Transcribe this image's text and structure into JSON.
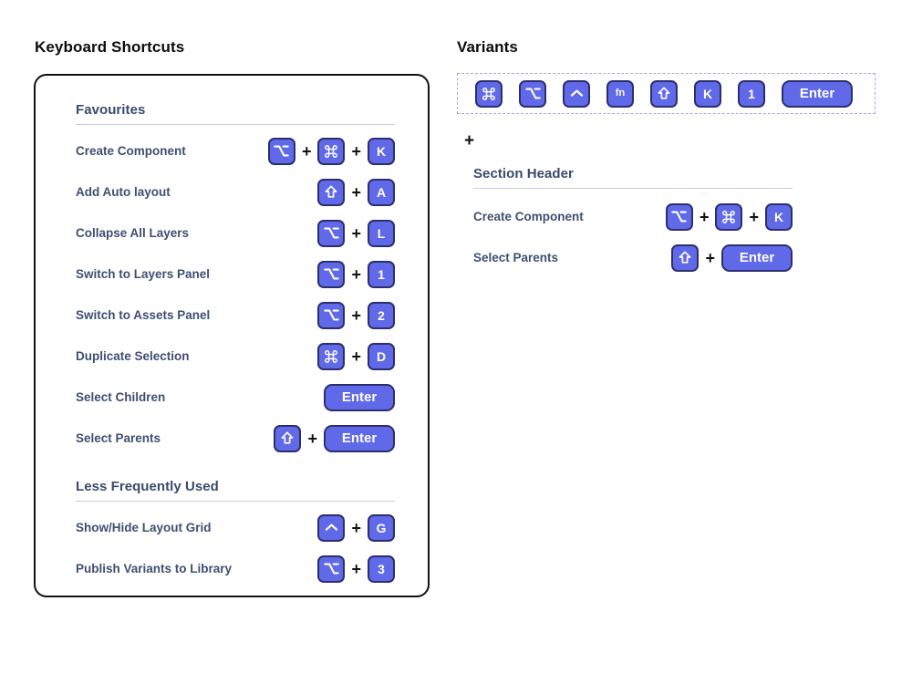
{
  "panels": {
    "left_title": "Keyboard Shortcuts",
    "right_title": "Variants"
  },
  "keys": {
    "option": {
      "name": "option-key",
      "glyph": "⌥",
      "label": ""
    },
    "command": {
      "name": "command-key",
      "glyph": "⌘",
      "label": ""
    },
    "control": {
      "name": "control-key",
      "glyph": "^",
      "label": ""
    },
    "fn": {
      "name": "fn-key",
      "glyph": "",
      "label": "fn"
    },
    "shift": {
      "name": "shift-key",
      "glyph": "⇧",
      "label": ""
    },
    "enter": {
      "name": "enter-key",
      "glyph": "",
      "label": "Enter"
    }
  },
  "shortcuts_card": {
    "sections": [
      {
        "header": "Favourites",
        "rows": [
          {
            "label": "Create Component",
            "keys": [
              "⌥",
              "⌘",
              "K"
            ]
          },
          {
            "label": "Add Auto layout",
            "keys": [
              "⇧",
              "A"
            ]
          },
          {
            "label": "Collapse All Layers",
            "keys": [
              "⌥",
              "L"
            ]
          },
          {
            "label": "Switch to Layers Panel",
            "keys": [
              "⌥",
              "1"
            ]
          },
          {
            "label": "Switch to Assets Panel",
            "keys": [
              "⌥",
              "2"
            ]
          },
          {
            "label": "Duplicate Selection",
            "keys": [
              "⌘",
              "D"
            ]
          },
          {
            "label": "Select Children",
            "keys": [
              "Enter"
            ]
          },
          {
            "label": "Select Parents",
            "keys": [
              "⇧",
              "Enter"
            ]
          }
        ]
      },
      {
        "header": "Less Frequently Used",
        "rows": [
          {
            "label": "Show/Hide Layout Grid",
            "keys": [
              "^",
              "G"
            ]
          },
          {
            "label": "Publish Variants to Library",
            "keys": [
              "⌥",
              "3"
            ]
          }
        ]
      }
    ]
  },
  "variants": {
    "strip_keys": [
      "⌘",
      "⌥",
      "^",
      "fn",
      "⇧",
      "K",
      "1",
      "Enter"
    ],
    "plus_label": "+",
    "section": {
      "header": "Section Header",
      "rows": [
        {
          "label": "Create Component",
          "keys": [
            "⌥",
            "⌘",
            "K"
          ]
        },
        {
          "label": "Select Parents",
          "keys": [
            "⇧",
            "Enter"
          ]
        }
      ]
    }
  },
  "colors": {
    "key_fill": "#6069e8",
    "key_border": "#2b2f6e",
    "label_text": "#3f4f70",
    "header_text": "#3a4a6b",
    "card_border": "#111111",
    "variants_dashed_border": "#b49cee",
    "title_text": "#0d0d0d"
  },
  "separator": "+"
}
